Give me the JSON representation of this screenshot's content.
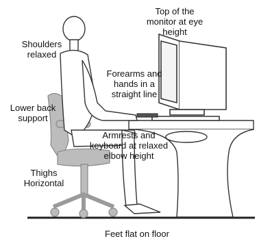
{
  "labels": {
    "monitor": "Top of the\nmonitor at eye\nheight",
    "shoulders": "Shoulders\nrelaxed",
    "forearms": "Forearms and\nhands in a\nstraight line",
    "lower_back": "Lower back\nsupport",
    "armrests": "Armrests and\nkeyboard at relaxed\nelbow height",
    "thighs": "Thighs\nHorizontal",
    "feet": "Feet flat on floor"
  }
}
